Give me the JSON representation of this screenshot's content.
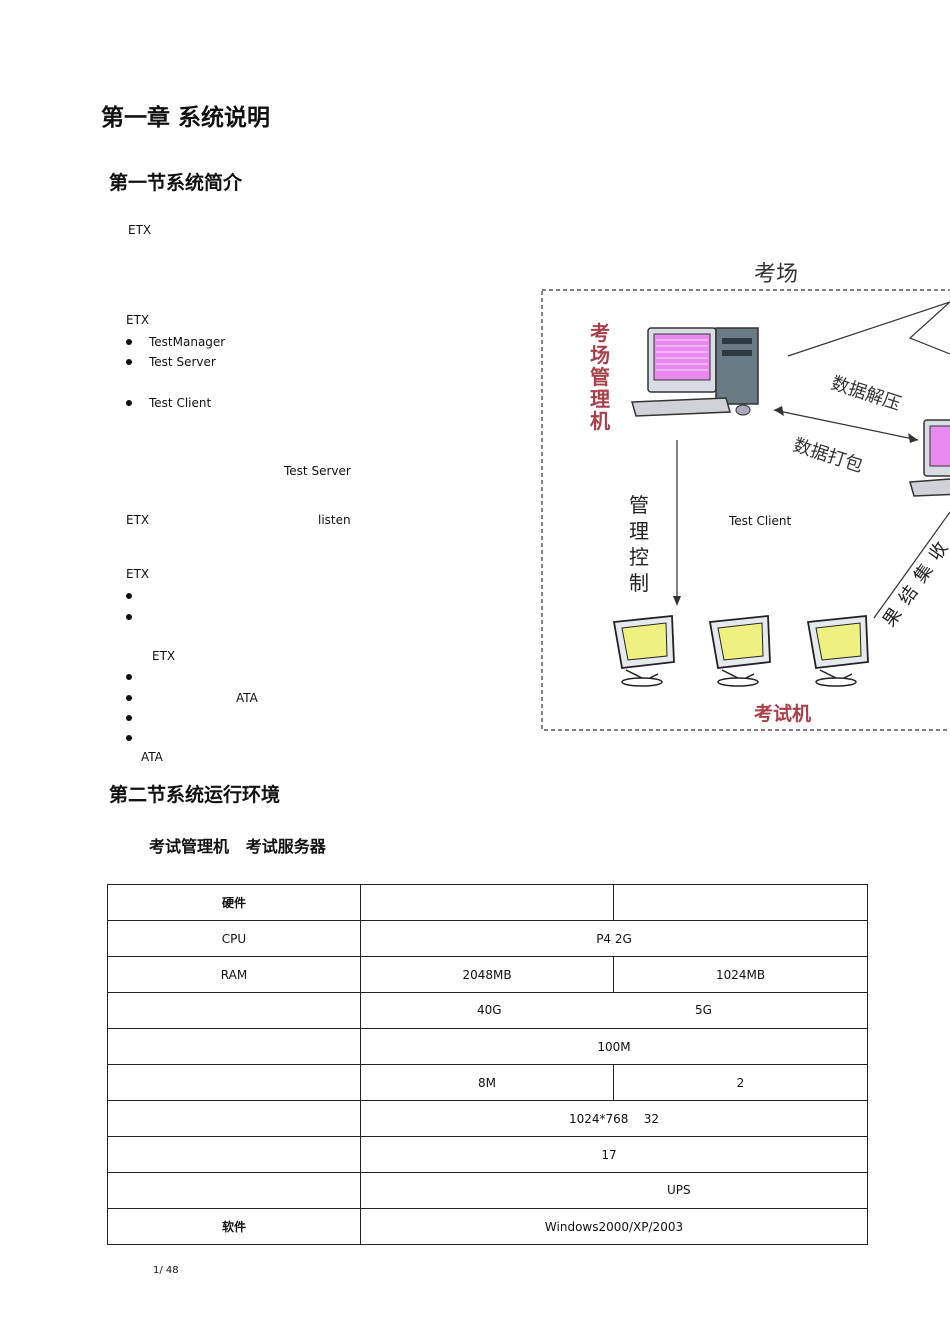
{
  "headings": {
    "chapter": "第一章 系统说明",
    "section1": "第一节系统简介",
    "section2": "第二节系统运行环境",
    "sub": "考试管理机   考试服务器"
  },
  "intro": {
    "etx1": "ETX",
    "etx2": "ETX",
    "list1": [
      "TestManager",
      "Test Server",
      "Test Client"
    ],
    "test_server": "Test  Server",
    "etx3": "ETX",
    "listen": "listen",
    "etx4": "ETX",
    "etx5": "ETX",
    "ata1": "ATA",
    "ata2": "ATA"
  },
  "diagram": {
    "title": "考场",
    "admin_label": "考场管理机",
    "decompress": "数据解压",
    "pack": "数据打包",
    "control": "管理控制",
    "collect": "收集结果",
    "test_client": "Test Client",
    "exam_machines": "考试机",
    "icons": [
      "desktop-computer-icon",
      "monitor-icon"
    ],
    "colors": {
      "label_red": "#a8404a",
      "screen_pink": "#e98af0",
      "screen_yellow": "#eef080"
    }
  },
  "table": {
    "rows": [
      {
        "label": "硬件",
        "bold": true,
        "a": "",
        "b": ""
      },
      {
        "label": "CPU",
        "full": "P4 2G"
      },
      {
        "label": "RAM",
        "a": "2048MB",
        "b": "1024MB"
      },
      {
        "label": "",
        "a_free": "40G",
        "b_free": "5G"
      },
      {
        "label": "",
        "full": "100M"
      },
      {
        "label": "",
        "a": "8M",
        "b": "2"
      },
      {
        "label": "",
        "full": "1024*768    32"
      },
      {
        "label": "",
        "full": "17"
      },
      {
        "label": "",
        "full_off": "UPS"
      },
      {
        "label": "软件",
        "bold": true,
        "full": "Windows2000/XP/2003"
      }
    ]
  },
  "footer": {
    "page": "1/ 48"
  }
}
